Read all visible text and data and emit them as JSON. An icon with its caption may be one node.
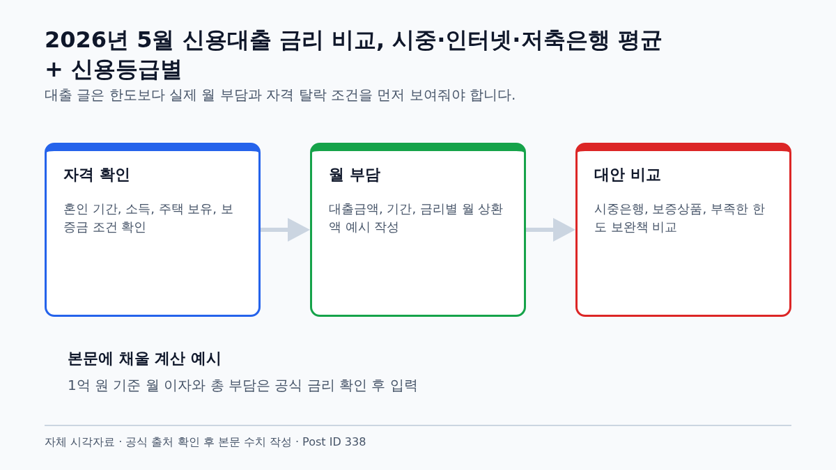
{
  "diagram": {
    "title": "2026년 5월 신용대출 금리 비교, 시중·인터넷·저축은행 평균 + 신용등급별",
    "nodes": [
      {
        "text": [
          "자격 확인",
          "혼인 기간, 소득, 주택 보유, 보증금 조건 확인"
        ]
      },
      {
        "text": [
          "월 부담",
          "대출금액, 기간, 금리별 월 상환액 예시 작성"
        ]
      },
      {
        "text": [
          "대안 비교",
          "시중은행, 보증상품, 부족한 한도 보완책 비교"
        ]
      }
    ],
    "edges": [
      {
        "from": 0,
        "to": 1,
        "arrow": "to"
      },
      {
        "from": 1,
        "to": 2,
        "arrow": "to"
      }
    ],
    "labels": [
      "대출 글은 한도보다 실제 월 부담과 자격 탈락 조건을 먼저 보여줘야 합니다.",
      "본문에 채울 계산 예시",
      "1억 원 기준 월 이자와 총 부담은 공식 금리 확인 후 입력",
      "자체 시각자료 · 공식 출처 확인 후 본문 수치 작성 · Post ID 338"
    ]
  }
}
